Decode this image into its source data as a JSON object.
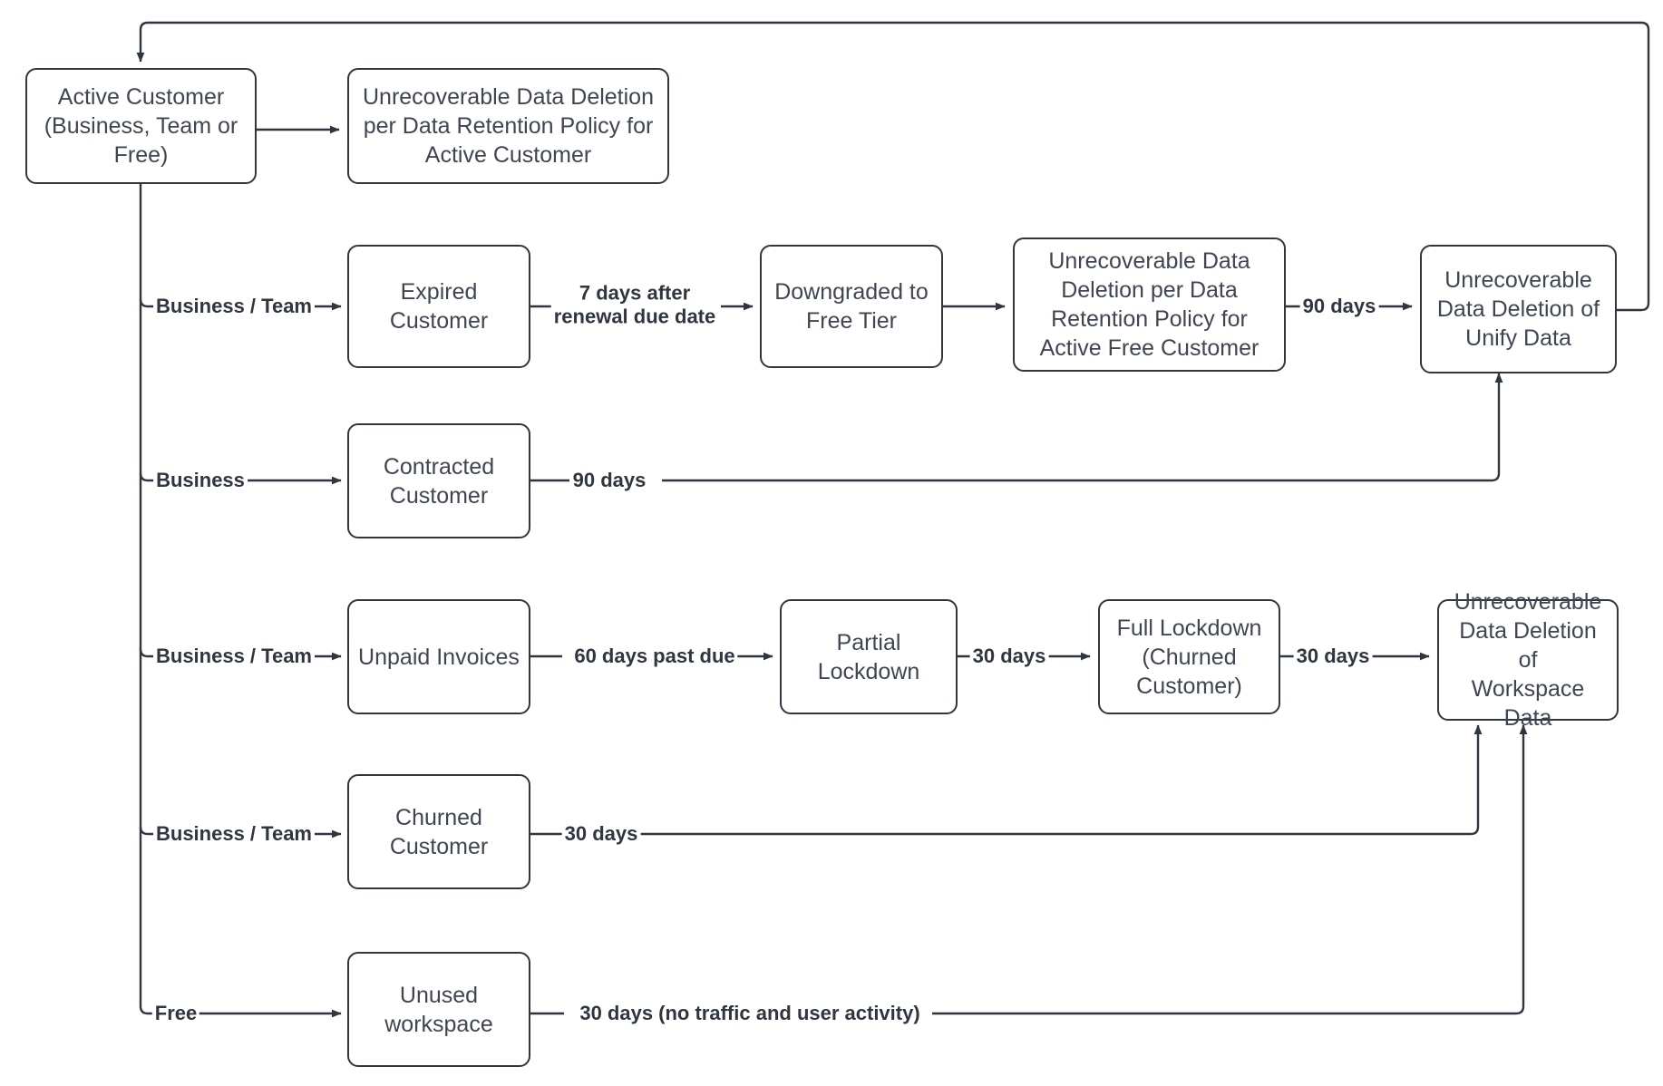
{
  "diagram": {
    "title": "Customer Lifecycle Data Retention and Deletion Flow",
    "colors": {
      "node_border": "#2f3640",
      "node_fill": "#ffffff",
      "node_text": "#3f4651",
      "edge_line": "#2f3640",
      "edge_label_text": "#2f3640",
      "background": "#ffffff"
    },
    "nodes": [
      {
        "id": "active_customer",
        "label": "Active Customer\n(Business, Team or\nFree)"
      },
      {
        "id": "unrecoverable_active",
        "label": "Unrecoverable Data Deletion\nper Data Retention Policy for\nActive Customer"
      },
      {
        "id": "expired_customer",
        "label": "Expired\nCustomer"
      },
      {
        "id": "downgraded_free_tier",
        "label": "Downgraded to\nFree Tier"
      },
      {
        "id": "unrecoverable_free",
        "label": "Unrecoverable Data\nDeletion per Data\nRetention Policy for\nActive Free Customer"
      },
      {
        "id": "unrecoverable_unify",
        "label": "Unrecoverable\nData Deletion of\nUnify Data"
      },
      {
        "id": "contracted_customer",
        "label": "Contracted\nCustomer"
      },
      {
        "id": "unpaid_invoices",
        "label": "Unpaid Invoices"
      },
      {
        "id": "partial_lockdown",
        "label": "Partial\nLockdown"
      },
      {
        "id": "full_lockdown",
        "label": "Full Lockdown\n(Churned\nCustomer)"
      },
      {
        "id": "unrecoverable_workspace",
        "label": "Unrecoverable\nData Deletion of\nWorkspace Data"
      },
      {
        "id": "churned_customer",
        "label": "Churned\nCustomer"
      },
      {
        "id": "unused_workspace",
        "label": "Unused\nworkspace"
      }
    ],
    "edge_labels": [
      {
        "id": "branch_expired",
        "text": "Business / Team"
      },
      {
        "id": "expired_to_downgraded",
        "text": "7 days after\nrenewal due date"
      },
      {
        "id": "free_policy_to_unify",
        "text": "90 days"
      },
      {
        "id": "branch_contracted",
        "text": "Business"
      },
      {
        "id": "contracted_to_unify",
        "text": "90 days"
      },
      {
        "id": "branch_unpaid",
        "text": "Business / Team"
      },
      {
        "id": "unpaid_to_partial",
        "text": "60 days past due"
      },
      {
        "id": "partial_to_full",
        "text": "30 days"
      },
      {
        "id": "full_to_workspace",
        "text": "30 days"
      },
      {
        "id": "branch_churned",
        "text": "Business / Team"
      },
      {
        "id": "churned_to_workspace",
        "text": "30 days"
      },
      {
        "id": "branch_free",
        "text": "Free"
      },
      {
        "id": "unused_to_workspace",
        "text": "30 days (no traffic and user activity)"
      }
    ]
  }
}
